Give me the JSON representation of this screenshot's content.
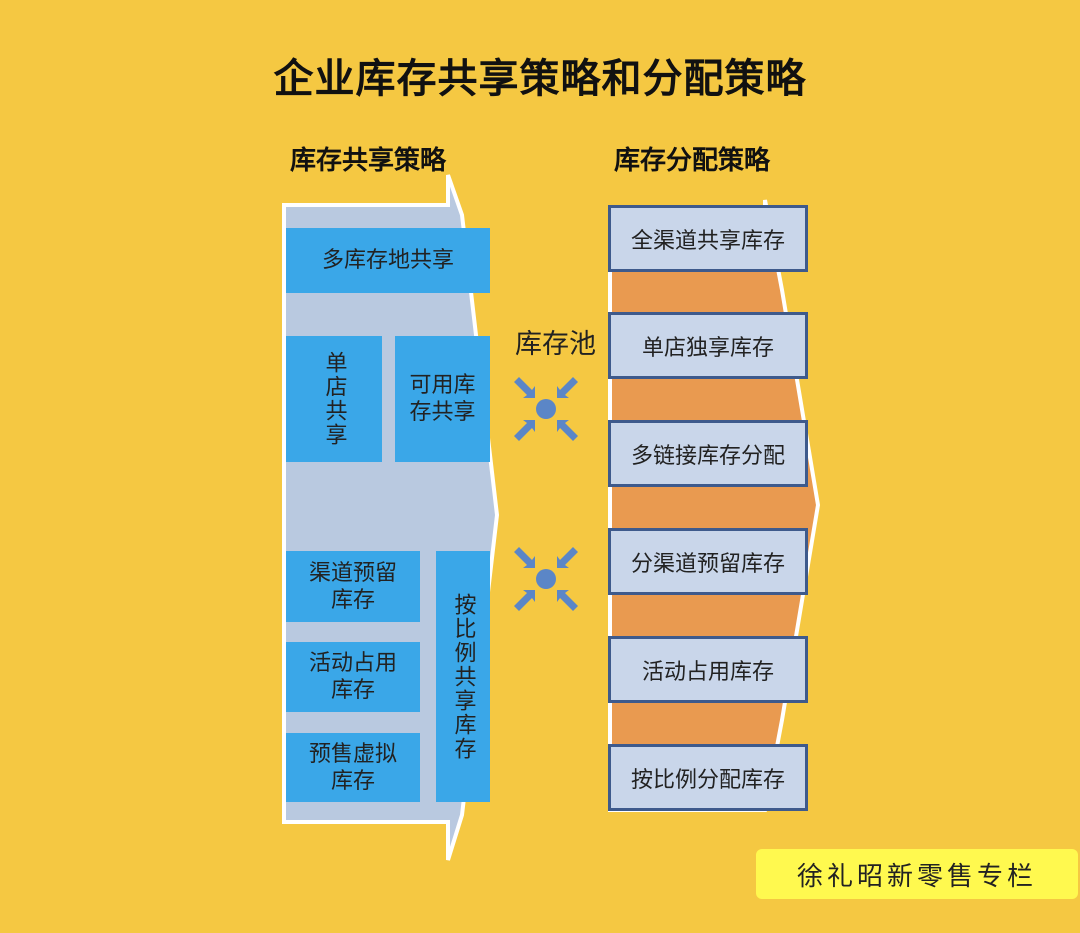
{
  "title": "企业库存共享策略和分配策略",
  "left": {
    "heading": "库存共享策略",
    "boxes": {
      "multi": "多库存地共享",
      "single": "单店共享",
      "available": "可用库存共享",
      "channel": "渠道预留库存",
      "activity": "活动占用库存",
      "presale": "预售虚拟库存",
      "ratio": "按比例共享库存"
    }
  },
  "right": {
    "heading": "库存分配策略",
    "items": [
      "全渠道共享库存",
      "单店独享库存",
      "多链接库存分配",
      "分渠道预留库存",
      "活动占用库存",
      "按比例分配库存"
    ]
  },
  "pool_label": "库存池",
  "watermark": "徐礼昭新零售专栏",
  "colors": {
    "background": "#f5c842",
    "left_panel": "#b9c9e0",
    "left_box": "#3aa7e8",
    "right_panel": "#e99a50",
    "right_box": "#c9d6ea",
    "right_border": "#3e5a8c",
    "icon": "#5b86c7"
  }
}
